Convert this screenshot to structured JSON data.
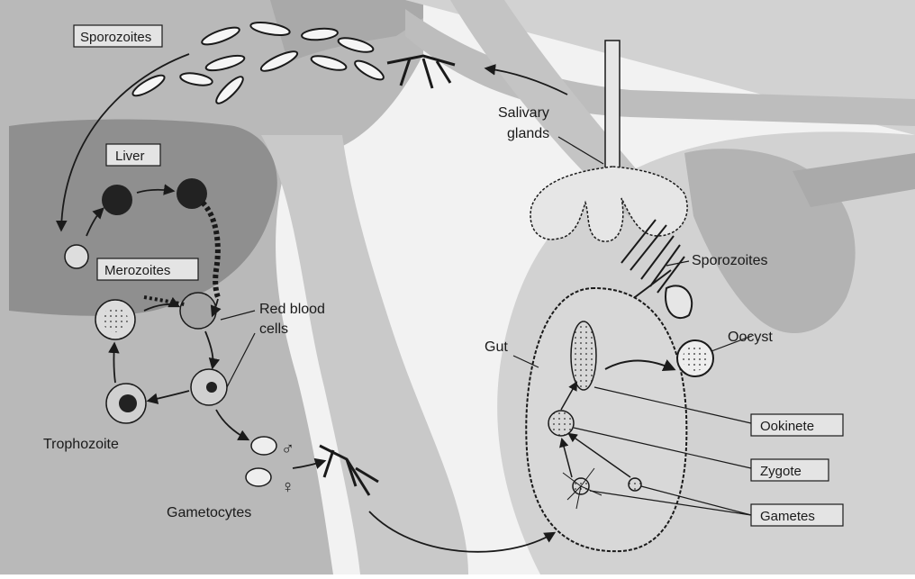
{
  "diagram": {
    "labels": {
      "sporozoites_top": "Sporozoites",
      "liver": "Liver",
      "merozoites": "Merozoites",
      "red_blood_line1": "Red blood",
      "red_blood_line2": "cells",
      "trophozoite": "Trophozoite",
      "gametocytes": "Gametocytes",
      "salivary_line1": "Salivary",
      "salivary_line2": "glands",
      "sporozoites_right": "Sporozoites",
      "gut": "Gut",
      "oocyst": "Oocyst",
      "ookinete": "Ookinete",
      "zygote": "Zygote",
      "gametes": "Gametes",
      "male_symbol": "♂",
      "female_symbol": "♀"
    },
    "colors": {
      "background": "#f2f2f2",
      "human_body": "#b9b9b9",
      "human_dark": "#8f8f8f",
      "mosquito_body": "#c8c8c8",
      "gut_fill": "#d8d8d8",
      "gland_fill": "#e6e6e6",
      "ink": "#1a1a1a",
      "label_box": "#e4e4e4"
    }
  }
}
